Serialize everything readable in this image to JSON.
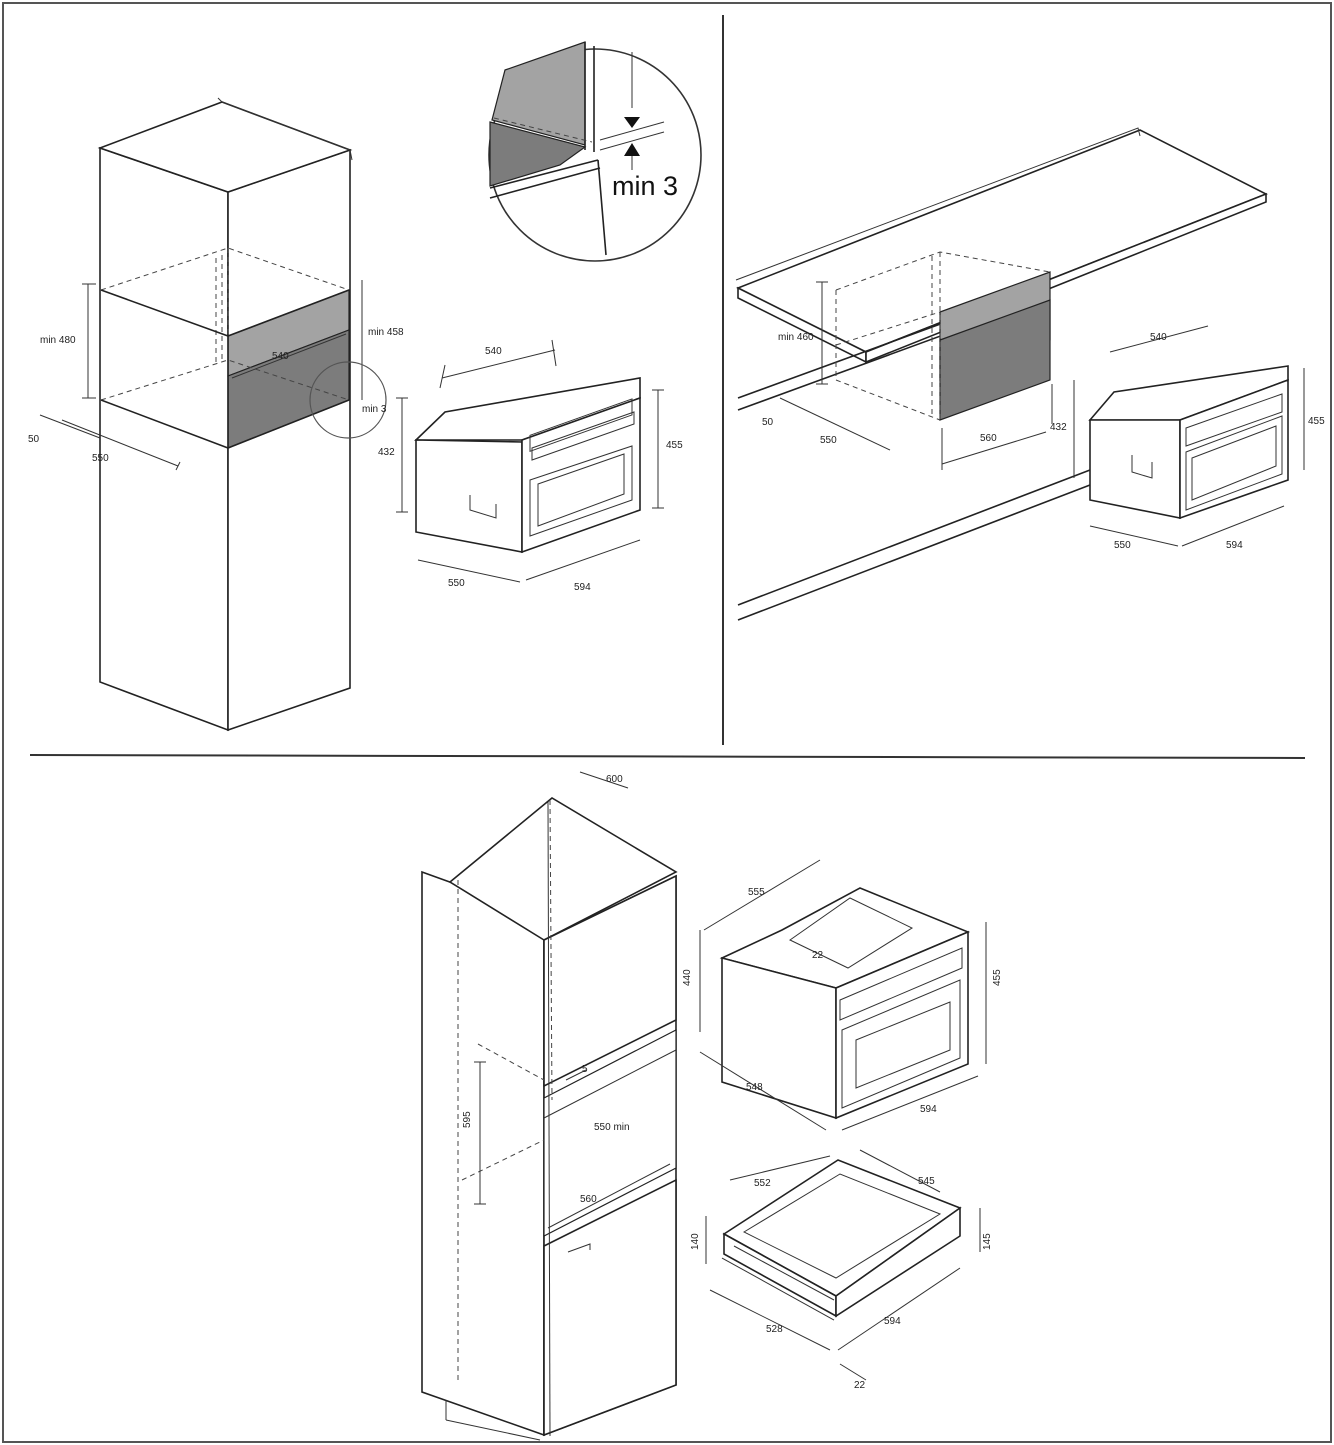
{
  "panel_tall": {
    "labels": {
      "h480": "min 480",
      "h458": "min 458",
      "w540": "540",
      "gap3": "min 3",
      "d50": "50",
      "d550": "550"
    },
    "zoom_label": "min 3",
    "appliance": {
      "w540": "540",
      "h432": "432",
      "h455": "455",
      "d550": "550",
      "w594": "594"
    }
  },
  "panel_under": {
    "labels": {
      "h460": "min 460",
      "d50": "50",
      "d550": "550",
      "w560": "560",
      "h432": "432"
    },
    "appliance": {
      "w540": "540",
      "h455": "455",
      "d550": "550",
      "w594": "594"
    }
  },
  "panel_stack": {
    "labels": {
      "top": "600",
      "side": "5",
      "h595": "595",
      "w550min": "550 min",
      "w560": "560"
    },
    "oven": {
      "d555": "555",
      "w22": "22",
      "h440": "440",
      "h455": "455",
      "d548": "548",
      "w594": "594"
    },
    "drawer": {
      "d552": "552",
      "d545": "545",
      "h140": "140",
      "h145": "145",
      "d528": "528",
      "w594": "594",
      "w22": "22"
    }
  }
}
